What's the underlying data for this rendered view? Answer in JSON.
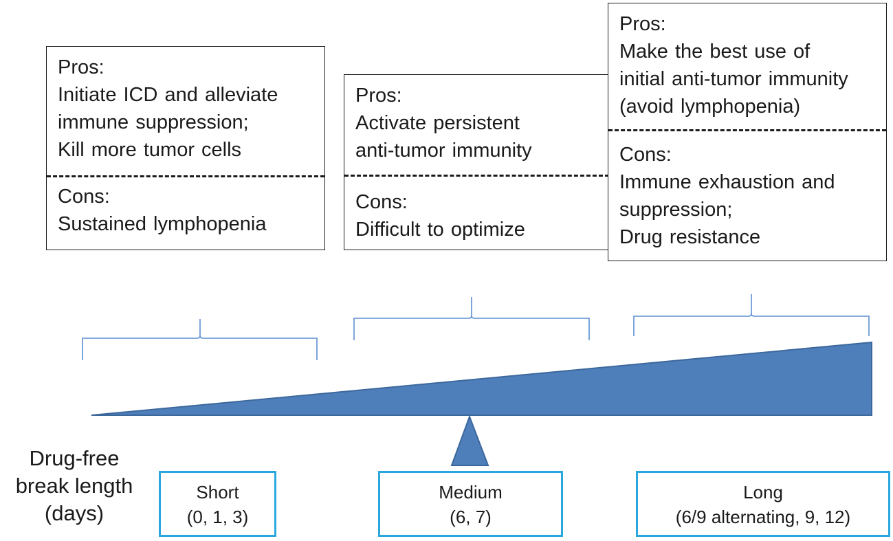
{
  "panels": [
    {
      "id": "short",
      "pros_lines": [
        "Pros:",
        "Initiate ICD and alleviate",
        "immune  suppression;",
        "Kill more tumor cells"
      ],
      "cons_lines": [
        "Cons:",
        "Sustained lymphopenia"
      ]
    },
    {
      "id": "medium",
      "pros_lines": [
        "Pros:",
        "Activate  persistent",
        "anti-tumor immunity"
      ],
      "cons_lines": [
        "Cons:",
        "Difficult to optimize"
      ]
    },
    {
      "id": "long",
      "pros_lines": [
        "Pros:",
        "Make the best use of",
        "initial anti-tumor immunity",
        "(avoid lymphopenia)"
      ],
      "cons_lines": [
        "Cons:",
        "Immune  exhaustion and",
        "suppression;",
        "Drug resistance"
      ]
    }
  ],
  "axis_title_lines": [
    "Drug-free",
    "break length",
    "(days)"
  ],
  "lengths": [
    {
      "label": "Short",
      "values": "(0, 1, 3)"
    },
    {
      "label": "Medium",
      "values": "(6, 7)"
    },
    {
      "label": "Long",
      "values": "(6/9 alternating,  9, 12)"
    }
  ],
  "colors": {
    "wedge": "#4e7fba",
    "wedge_stroke": "#3d689c",
    "bracket": "#5b8fd0",
    "length_box_border": "#29a8e0",
    "text": "#1a1a1a"
  }
}
